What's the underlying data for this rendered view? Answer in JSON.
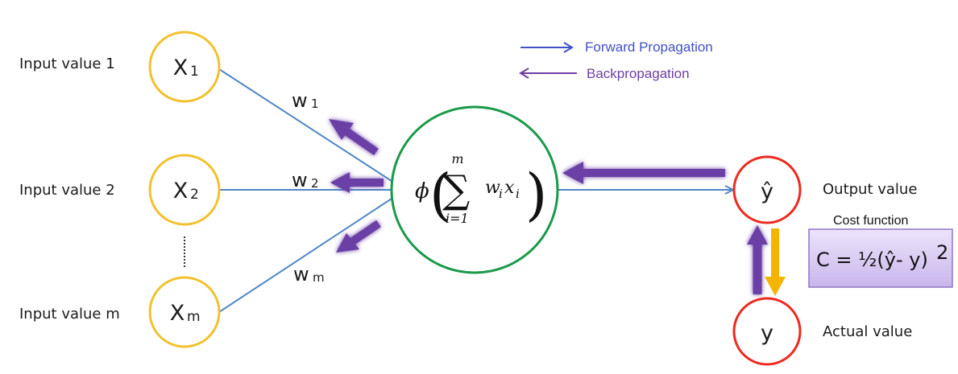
{
  "colors": {
    "input_node_stroke": "#f2c12e",
    "neuron_stroke": "#1b9a4a",
    "output_node_stroke": "#ee2a1f",
    "connection_line": "#4f86c6",
    "forward_arrow": "#3f51c5",
    "backprop_arrow": "#6b3fa6",
    "cost_arrow": "#f5b400",
    "cost_box_fill": "#d7c8f0",
    "cost_box_stroke": "#8e76c7"
  },
  "legend": {
    "forward": "Forward Propagation",
    "backward": "Backpropagation"
  },
  "inputs": [
    {
      "row_label": "Input value 1",
      "node_main": "X",
      "node_sub": "1"
    },
    {
      "row_label": "Input value 2",
      "node_main": "X",
      "node_sub": "2"
    },
    {
      "row_label": "Input value m",
      "node_main": "X",
      "node_sub": "m"
    }
  ],
  "weights": [
    {
      "main": "w",
      "sub": "1"
    },
    {
      "main": "w",
      "sub": "2"
    },
    {
      "main": "w",
      "sub": "m"
    }
  ],
  "neuron": {
    "phi": "ϕ",
    "sigma": "∑",
    "upper": "m",
    "lower": "i=1",
    "term_w": "w",
    "term_w_sub": "i",
    "term_x": "x",
    "term_x_sub": "i",
    "left_paren": "(",
    "right_paren": ")"
  },
  "output": {
    "node": "ŷ",
    "label": "Output value"
  },
  "actual": {
    "node": "y",
    "label": "Actual value"
  },
  "cost": {
    "title": "Cost function",
    "formula": "C = ½(ŷ- y)",
    "exponent": "2"
  }
}
